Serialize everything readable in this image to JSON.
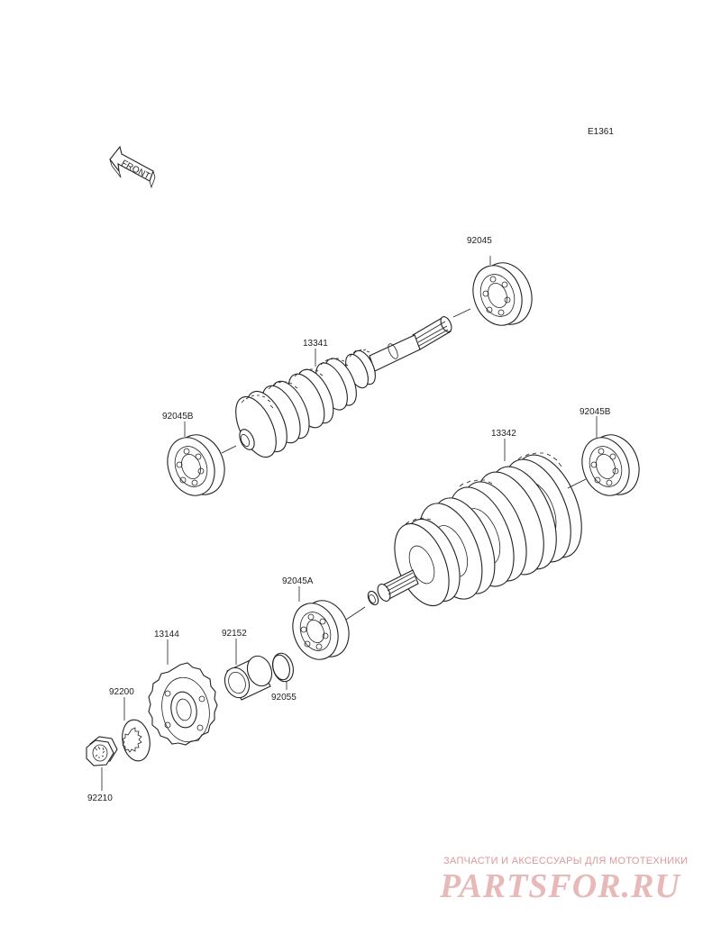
{
  "diagram": {
    "code": "E1361",
    "front_arrow": "FRONT",
    "parts": [
      {
        "id": "p1",
        "number": "92045"
      },
      {
        "id": "p2",
        "number": "13341"
      },
      {
        "id": "p3",
        "number": "92045B"
      },
      {
        "id": "p4",
        "number": "13342"
      },
      {
        "id": "p5",
        "number": "92045B"
      },
      {
        "id": "p6",
        "number": "92045A"
      },
      {
        "id": "p7",
        "number": "13144"
      },
      {
        "id": "p8",
        "number": "92152"
      },
      {
        "id": "p9",
        "number": "92055"
      },
      {
        "id": "p10",
        "number": "92200"
      },
      {
        "id": "p11",
        "number": "92210"
      }
    ]
  },
  "watermark": {
    "tagline": "ЗАПЧАСТИ И АКСЕССУАРЫ ДЛЯ МОТОТЕХНИКИ",
    "brand": "PARTSFOR.RU",
    "color": "#e7b9b9"
  }
}
